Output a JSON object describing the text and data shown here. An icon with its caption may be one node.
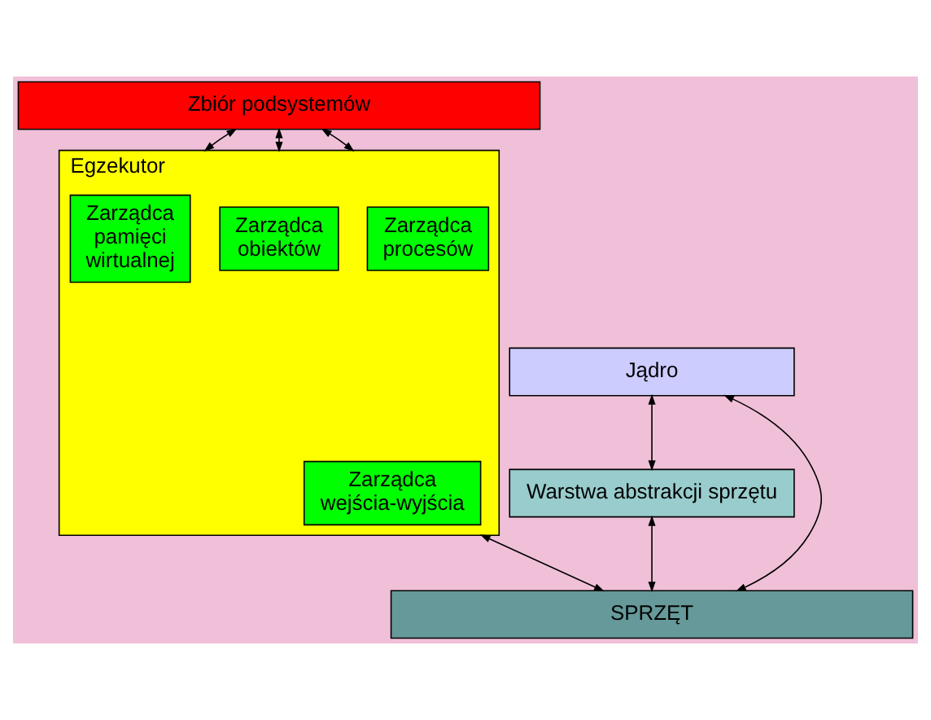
{
  "diagram": {
    "nodes": [
      {
        "text": [
          "Zbiór podsystemów"
        ]
      },
      {
        "text": [
          "Egzekutor"
        ]
      },
      {
        "text": [
          "Zarządca procesów"
        ],
        "in": 1
      },
      {
        "text": [
          "Zarządca obiektów"
        ],
        "in": 1
      },
      {
        "text": [
          "Zarządca pamięci wirtualnej"
        ],
        "in": 1
      },
      {
        "text": [
          "Zarządca wejścia-wyjścia"
        ],
        "in": 1
      },
      {
        "text": [
          "Jądro"
        ]
      },
      {
        "text": [
          "Warstwa abstrakcji sprzętu"
        ]
      },
      {
        "text": [
          "SPRZĘT"
        ]
      }
    ],
    "edges": [
      {
        "from": 0,
        "to": 1,
        "arrow": "both"
      },
      {
        "from": 0,
        "to": 1,
        "arrow": "both"
      },
      {
        "from": 0,
        "to": 1,
        "arrow": "both"
      },
      {
        "from": 6,
        "to": 7,
        "arrow": "both"
      },
      {
        "from": 1,
        "to": 8,
        "arrow": "both"
      },
      {
        "from": 7,
        "to": 8,
        "arrow": "both"
      },
      {
        "from": 6,
        "to": 8,
        "arrow": "both"
      }
    ]
  }
}
